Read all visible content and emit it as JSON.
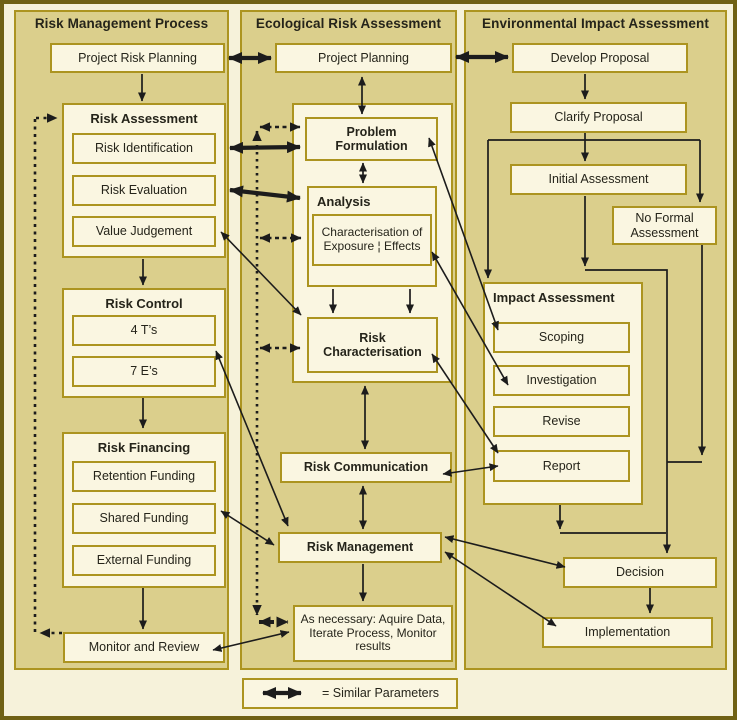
{
  "panels": {
    "risk_management": {
      "title": "Risk Management Process",
      "boxes": {
        "project_risk_planning": "Project Risk Planning",
        "risk_assessment": "Risk Assessment",
        "risk_identification": "Risk Identification",
        "risk_evaluation": "Risk Evaluation",
        "value_judgement": "Value Judgement",
        "risk_control": "Risk Control",
        "four_ts": "4 T’s",
        "seven_es": "7 E’s",
        "risk_financing": "Risk Financing",
        "retention_funding": "Retention Funding",
        "shared_funding": "Shared Funding",
        "external_funding": "External Funding",
        "monitor_and_review": "Monitor and Review"
      }
    },
    "ecological": {
      "title": "Ecological Risk Assessment",
      "boxes": {
        "project_planning": "Project Planning",
        "problem_formulation": "Problem\nFormulation",
        "analysis": "Analysis",
        "characterisation": "Characterisation of\nExposure ¦ Effects",
        "risk_characterisation": "Risk\nCharacterisation",
        "risk_communication": "Risk Communication",
        "risk_management": "Risk Management",
        "as_necessary": "As necessary: Aquire Data,\nIterate Process, Monitor\nresults"
      }
    },
    "eia": {
      "title": "Environmental Impact Assessment",
      "boxes": {
        "develop_proposal": "Develop Proposal",
        "clarify_proposal": "Clarify Proposal",
        "initial_assessment": "Initial Assessment",
        "no_formal_assessment": "No Formal\nAssessment",
        "impact_assessment": "Impact Assessment",
        "scoping": "Scoping",
        "investigation": "Investigation",
        "revise": "Revise",
        "report": "Report",
        "decision": "Decision",
        "implementation": "Implementation"
      }
    }
  },
  "legend": {
    "label": "= Similar Parameters"
  },
  "colors": {
    "panel_fill": "#dbcf8c",
    "box_fill": "#faf6e1",
    "border_gold": "#ac9420",
    "frame": "#6f6114",
    "bg": "#f6f2da",
    "ink": "#25241a",
    "arrow": "#1c1c1c"
  }
}
